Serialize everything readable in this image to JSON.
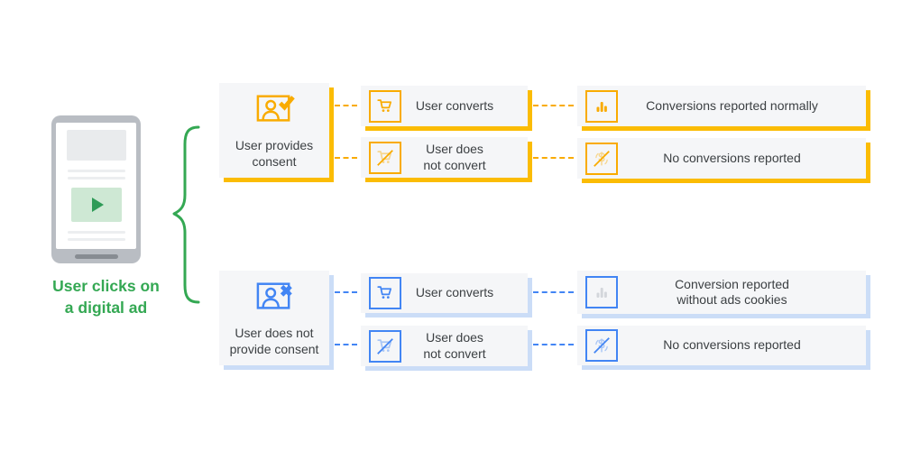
{
  "diagram": {
    "title_region": {
      "caption_line1": "User clicks on",
      "caption_line2": "a digital ad"
    },
    "branches": {
      "consent": {
        "label_line1": "User provides",
        "label_line2": "consent",
        "icon": "user-check-icon",
        "accent_color": "#f9ab00",
        "shadow_color": "#fbbc04",
        "outcomes": [
          {
            "label": "User converts",
            "icon": "shopping-cart-icon",
            "result": "Conversions reported normally",
            "result_icon": "bar-chart-icon"
          },
          {
            "label_line1": "User does",
            "label_line2": "not convert",
            "icon": "shopping-cart-crossed-icon",
            "result": "No conversions reported",
            "result_icon": "conversion-crossed-icon"
          }
        ]
      },
      "no_consent": {
        "label_line1": "User does not",
        "label_line2": "provide consent",
        "icon": "user-x-icon",
        "accent_color": "#4285f4",
        "shadow_color": "#cbddf7",
        "outcomes": [
          {
            "label": "User converts",
            "icon": "shopping-cart-icon",
            "result_line1": "Conversion reported",
            "result_line2": "without ads cookies",
            "result_icon": "bar-chart-gray-icon"
          },
          {
            "label_line1": "User does",
            "label_line2": "not convert",
            "icon": "shopping-cart-crossed-icon",
            "result": "No conversions reported",
            "result_icon": "conversion-crossed-icon"
          }
        ]
      }
    },
    "colors": {
      "green": "#34a853",
      "yellow": "#f9ab00",
      "yellow_shadow": "#fbbc04",
      "blue": "#4285f4",
      "blue_shadow": "#cbddf7",
      "box_background": "#f5f6f8",
      "text": "#3c4043"
    }
  }
}
